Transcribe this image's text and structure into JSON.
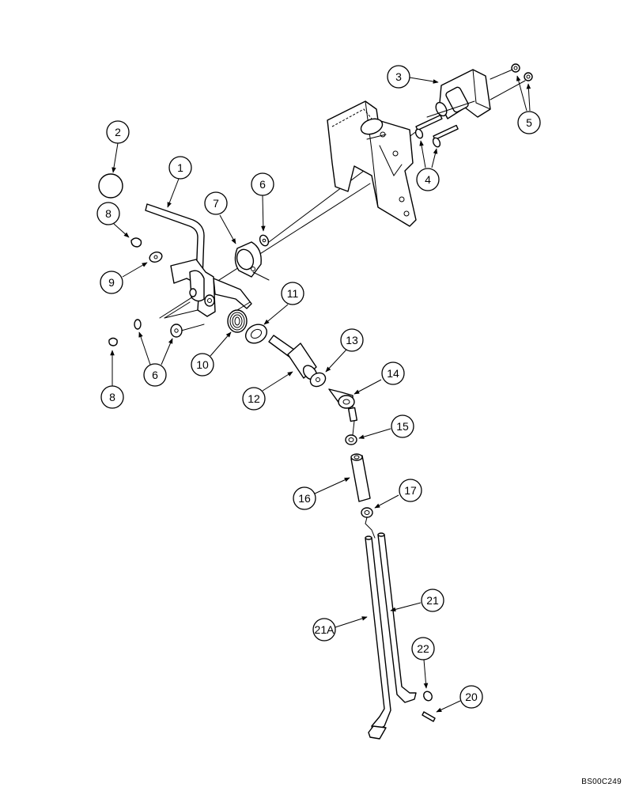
{
  "drawing": {
    "reference_code": "BS00C249",
    "callouts": [
      "1",
      "2",
      "3",
      "4",
      "5",
      "6",
      "6",
      "7",
      "8",
      "8",
      "9",
      "10",
      "11",
      "12",
      "13",
      "14",
      "15",
      "16",
      "17",
      "20",
      "21",
      "21A",
      "22"
    ]
  }
}
